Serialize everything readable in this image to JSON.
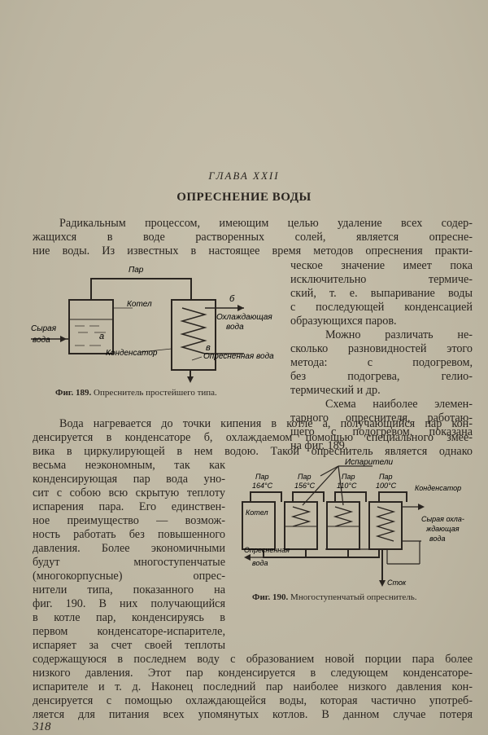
{
  "chapter": "ГЛАВА XXII",
  "title": "ОПРЕСНЕНИЕ ВОДЫ",
  "para1": [
    "Радикальным процессом, имеющим целью удаление всех содер-",
    "жащихся в воде растворенных солей, является опресне-",
    "ние воды. Из известных в настоящее время методов опреснения практи-"
  ],
  "right_col": [
    "ческое значение имеет пока",
    "исключительно термиче-",
    "ский, т. е. выпаривание воды",
    "с последующей конденсацией",
    "образующихся паров.",
    "Можно различать не-",
    "сколько разновидностей этого",
    "метода: с подогревом,",
    "без подогрева, гелио-",
    "термический и др.",
    "Схема наиболее элемен-",
    "тарного опреснителя, работаю-",
    "щего с подогревом, показана",
    "на фиг. 189."
  ],
  "fig189": {
    "caption_num": "Фиг. 189.",
    "caption_text": "Опреснитель простейшего типа.",
    "labels": {
      "steam": "Пар",
      "boiler": "Котел",
      "raw_water_1": "Сырая",
      "raw_water_2": "вода",
      "a": "а",
      "b": "б",
      "v": "в",
      "cooling_1": "Охлаждающая",
      "cooling_2": "вода",
      "condenser": "Конденсатор",
      "fresh": "Опресненная вода"
    }
  },
  "para2": [
    "Вода нагревается до точки кипения в котле а, получающийся пар кон-",
    "денсируется в конденсаторе б, охлаждаемом помощью специального змее-",
    "вика в циркулирующей в нем водою. Такой опреснитель является однако"
  ],
  "left_col": [
    "весьма неэкономным, так как",
    "конденсирующая пар вода уно-",
    "сит с собою всю скрытую теплоту",
    "испарения пара. Его единствен-",
    "ное преимущество — возмож-",
    "ность работать без повышенного",
    "давления. Более экономичными",
    "будут многоступенчатые",
    "(многокорпусные) опрес-",
    "нители типа, показанного на",
    "фиг. 190. В них получающийся",
    "в котле пар, конденсируясь в",
    "первом конденсаторе-испарителе,",
    "испаряет за счет своей теплоты"
  ],
  "fig190": {
    "caption_num": "Фиг. 190.",
    "caption_text": "Многоступенчатый опреснитель.",
    "labels": {
      "evaporators": "Испарители",
      "steam1": "Пар",
      "t1": "164°C",
      "steam2": "Пар",
      "t2": "156°C",
      "steam3": "Пар",
      "t3": "110°C",
      "steam4": "Пар",
      "t4": "100°C",
      "condenser": "Конденсатор",
      "boiler": "Котел",
      "raw_1": "Сырая охла-",
      "raw_2": "ждающая",
      "raw_3": "вода",
      "fresh_1": "Опресненная",
      "fresh_2": "вода",
      "drain": "Сток"
    }
  },
  "para3": [
    "содержащуюся в последнем воду с образованием новой порции пара более",
    "низкого давления. Этот пар конденсируется в следующем конденсаторе-",
    "испарителе и т. д. Наконец последний пар наиболее низкого давления кон-",
    "денсируется с помощью охлаждающейся воды, которая частично употреб-",
    "ляется для питания всех упомянутых котлов. В данном случае потеря"
  ],
  "page_number": "318"
}
